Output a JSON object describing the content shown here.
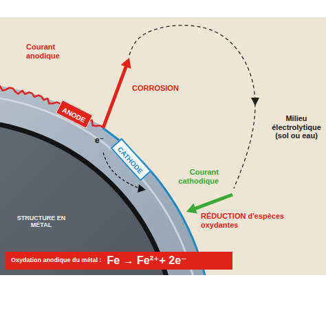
{
  "diagram": {
    "nodes": [
      {
        "text": [
          "ANODE"
        ]
      },
      {
        "text": [
          "CATHODE"
        ]
      },
      {
        "text": [
          "Oxydation anodique du métal :",
          "Fe → Fe²⁺+ 2e⁻"
        ]
      }
    ],
    "labels": [
      "Courant anodique",
      "CORROSION",
      "e⁻",
      "Milieu électrolytique (sol ou eau)",
      "Courant cathodique",
      "RÉDUCTION d'espèces oxydantes",
      "STRUCTURE EN MÉTAL"
    ]
  }
}
